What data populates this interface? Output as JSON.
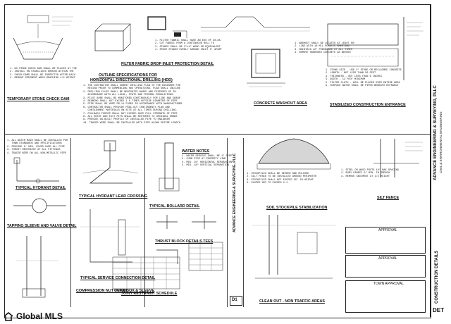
{
  "sheet": {
    "details_top": {
      "stone_check_dam": "TEMPORARY STONE CHECK DAM",
      "filter_fabric": "FILTER FABRIC DROP INLET PROTECTION DETAIL",
      "outline_spec_1": "OUTLINE SPECIFICATIONS FOR",
      "outline_spec_2": "HORIZONTAL DIRECTIONAL DRILLING (HDD)",
      "concrete_washout": "CONCRETE WASHOUT AREA",
      "stabilized_entrance": "STABILIZED CONSTRUCTION ENTRANCE"
    },
    "details_bottom": {
      "water_notes": "WATER NOTES",
      "soil_stockpile": "SOIL STOCKPILE STABILIZATION",
      "silt_fence": "SILT FENCE",
      "clean_out": "CLEAN OUT - NON TRAFFIC AREAS",
      "hydrant_detail": "TYPICAL HYDRANT DETAIL",
      "hydrant_lead": "TYPICAL HYDRANT LEAD CROSSING",
      "bollard": "TYPICAL BOLLARD DETAIL",
      "thrust_blocks": "THRUST BLOCK DETAILS TEES",
      "joint_restraint": "JOINT RESTRAINT SCHEDULE",
      "tapping_sleeve": "TAPPING SLEEVE AND VALVE DETAIL",
      "compression": "COMPRESSION NUT DETAIL",
      "curb_box": "CURB BOX & SLEEVE",
      "service_connection": "TYPICAL SERVICE CONNECTION DETAIL",
      "sheet_code": "D1"
    },
    "approval": {
      "approval_1": "APPROVAL",
      "approval_2": "APPROVAL",
      "town_approval": "TOWN APPROVAL"
    },
    "title_block": {
      "firm": "ADVANCE ENGINEERING & SURVEYING, PLLC",
      "firm_sub": "CIVIL & ENVIRONMENTAL ENGINEERING",
      "sheet_title": "CONSTRUCTION DETAILS",
      "sheet_id": "DET"
    }
  },
  "watermark": {
    "brand": "Global MLS"
  }
}
